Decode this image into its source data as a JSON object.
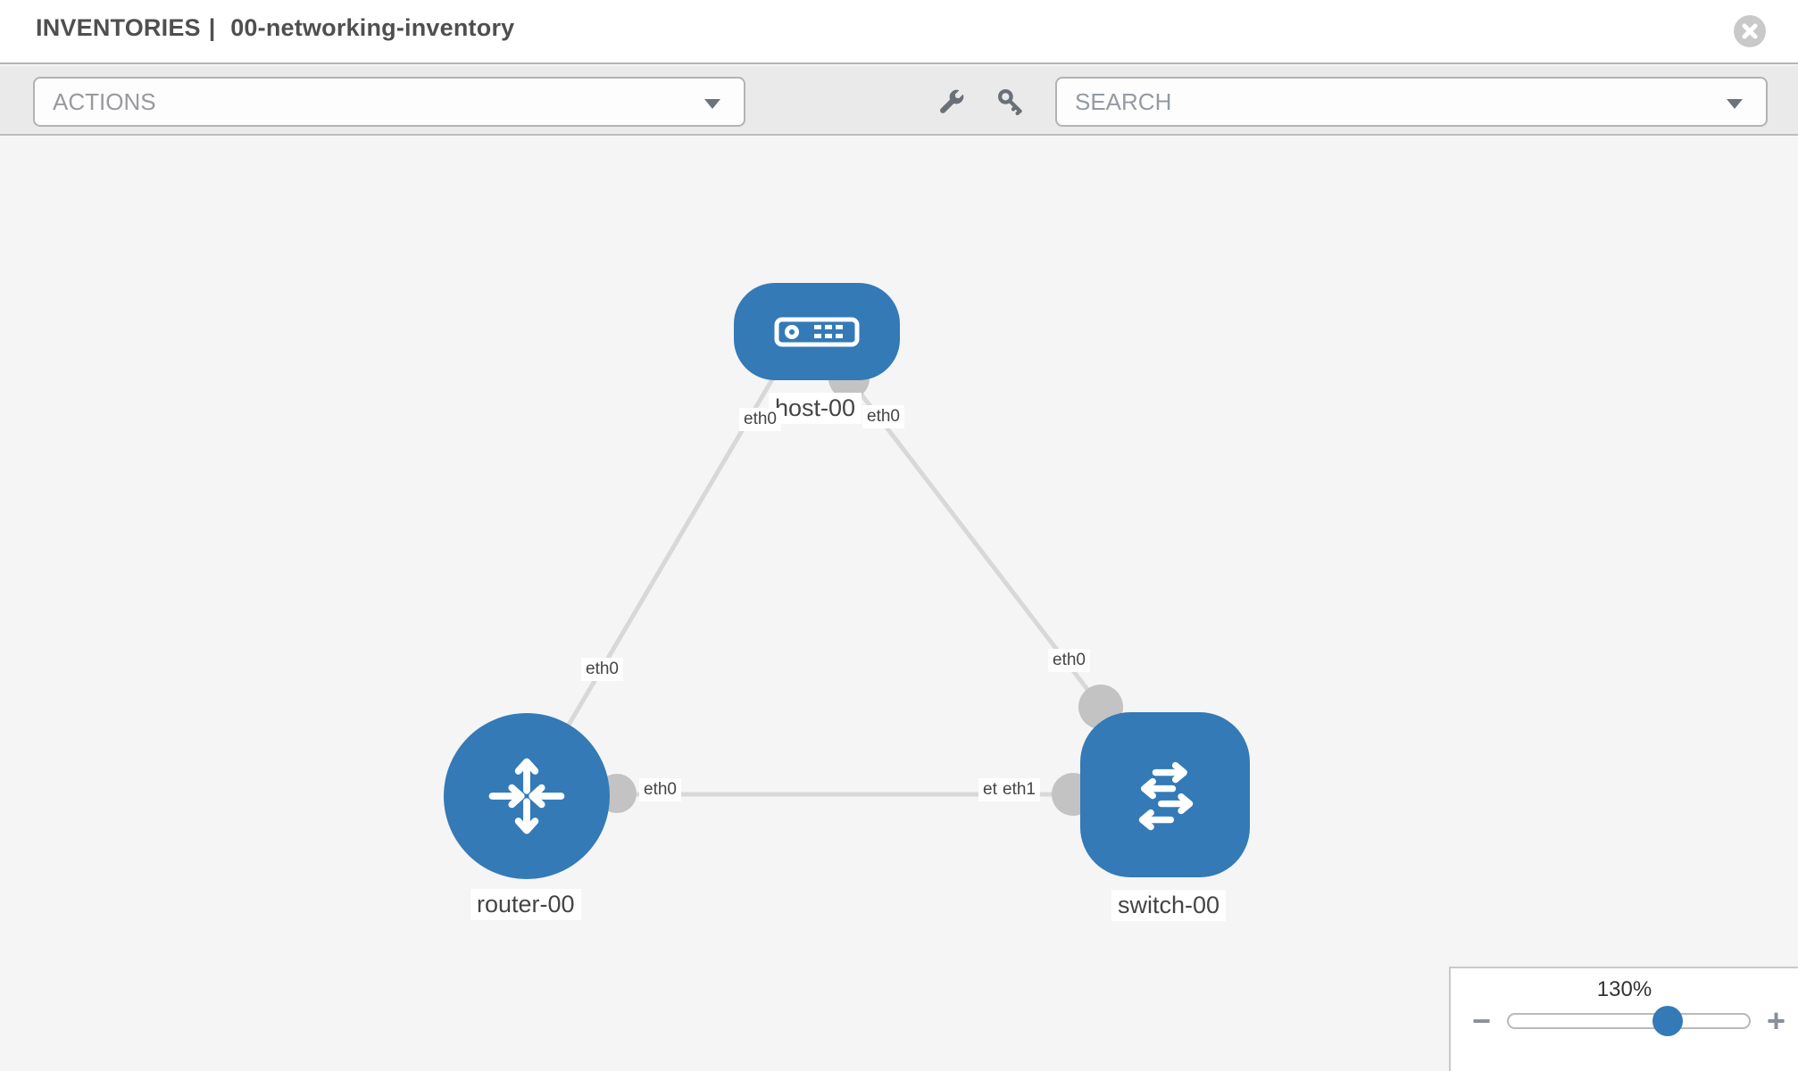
{
  "header": {
    "section": "INVENTORIES",
    "separator": "|",
    "inventory_name": "00-networking-inventory"
  },
  "toolbar": {
    "actions_label": "ACTIONS",
    "search_label": "SEARCH",
    "icons": [
      "wrench-icon",
      "key-icon"
    ]
  },
  "topology": {
    "nodes": [
      {
        "id": "host-00",
        "type": "host",
        "label": "host-00"
      },
      {
        "id": "router-00",
        "type": "router",
        "label": "router-00"
      },
      {
        "id": "switch-00",
        "type": "switch",
        "label": "switch-00"
      }
    ],
    "links": [
      {
        "from": "host-00",
        "to": "router-00",
        "from_interface": "eth0",
        "to_interface": "eth0"
      },
      {
        "from": "host-00",
        "to": "switch-00",
        "from_interface": "eth0",
        "to_interface": "eth0"
      },
      {
        "from": "router-00",
        "to": "switch-00",
        "from_interface": "eth0",
        "to_interface": "eth1"
      }
    ],
    "overlapped_interface_label": "eth0"
  },
  "zoom_control": {
    "level": "130%",
    "percent": 130,
    "zoom_out_glyph": "−",
    "zoom_in_glyph": "+"
  },
  "colors": {
    "node_blue": "#337ab7",
    "port_gray": "#c3c3c3",
    "link_gray": "#d8d8d8",
    "toolbar_bg": "#eaeaea",
    "canvas_bg": "#f5f5f5"
  }
}
